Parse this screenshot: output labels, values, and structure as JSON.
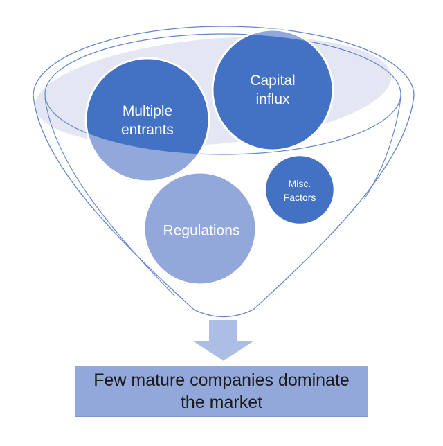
{
  "diagram": {
    "type": "funnel",
    "funnel_items": [
      {
        "id": "multiple-entrants",
        "label": "Multiple entrants",
        "lines": [
          "Multiple",
          "entrants"
        ],
        "style": "two-tone"
      },
      {
        "id": "capital-influx",
        "label": "Capital influx",
        "lines": [
          "Capital",
          "influx"
        ],
        "style": "two-tone"
      },
      {
        "id": "regulations",
        "label": "Regulations",
        "lines": [
          "Regulations"
        ],
        "style": "light"
      },
      {
        "id": "misc-factors",
        "label": "Misc. Factors",
        "lines": [
          "Misc.",
          "Factors"
        ],
        "style": "dark"
      }
    ],
    "outcome": {
      "label": "Few mature companies dominate the market",
      "lines": [
        "Few mature companies dominate",
        "the market"
      ]
    },
    "colors": {
      "circle_dark": "#4372C4",
      "circle_light": "#92A7DA",
      "funnel_liquid": "#E4E7F3",
      "funnel_outline": "#6286CB",
      "arrow_fill": "#ACBEE5",
      "outcome_box_fill": "#92A8DB",
      "outcome_box_border": "#7E97CF",
      "bubble_text": "#FFFFFF",
      "outcome_text": "#1B1B1B"
    }
  }
}
